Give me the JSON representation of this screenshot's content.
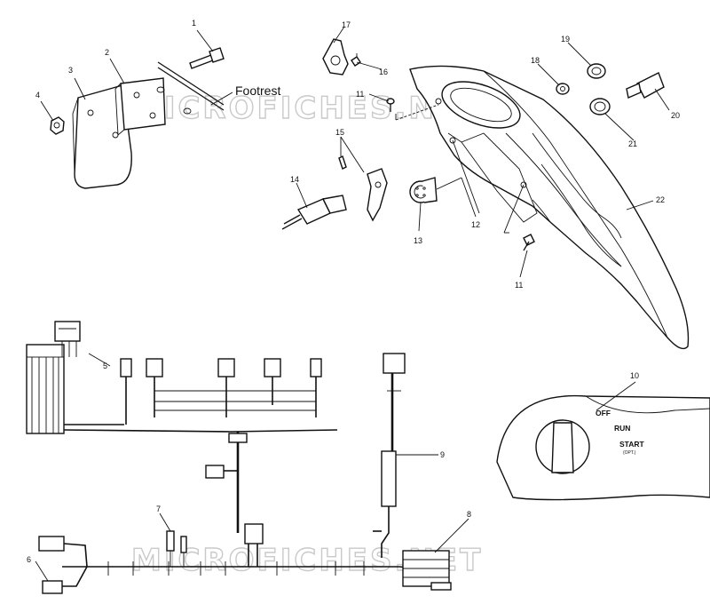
{
  "footrest_label": "Footrest",
  "watermark": "MICROFICHES.NET",
  "ignition_switch": {
    "off": "OFF",
    "run": "RUN",
    "start": "START",
    "start_note": "(OPT.)"
  },
  "callouts": {
    "c1": "1",
    "c2": "2",
    "c3": "3",
    "c4": "4",
    "c5": "5",
    "c6": "6",
    "c7": "7",
    "c8": "8",
    "c9": "9",
    "c10": "10",
    "c11a": "11",
    "c11b": "11",
    "c12": "12",
    "c13": "13",
    "c14": "14",
    "c15": "15",
    "c16": "16",
    "c17": "17",
    "c18": "18",
    "c19": "19",
    "c20": "20",
    "c21": "21",
    "c22": "22"
  }
}
